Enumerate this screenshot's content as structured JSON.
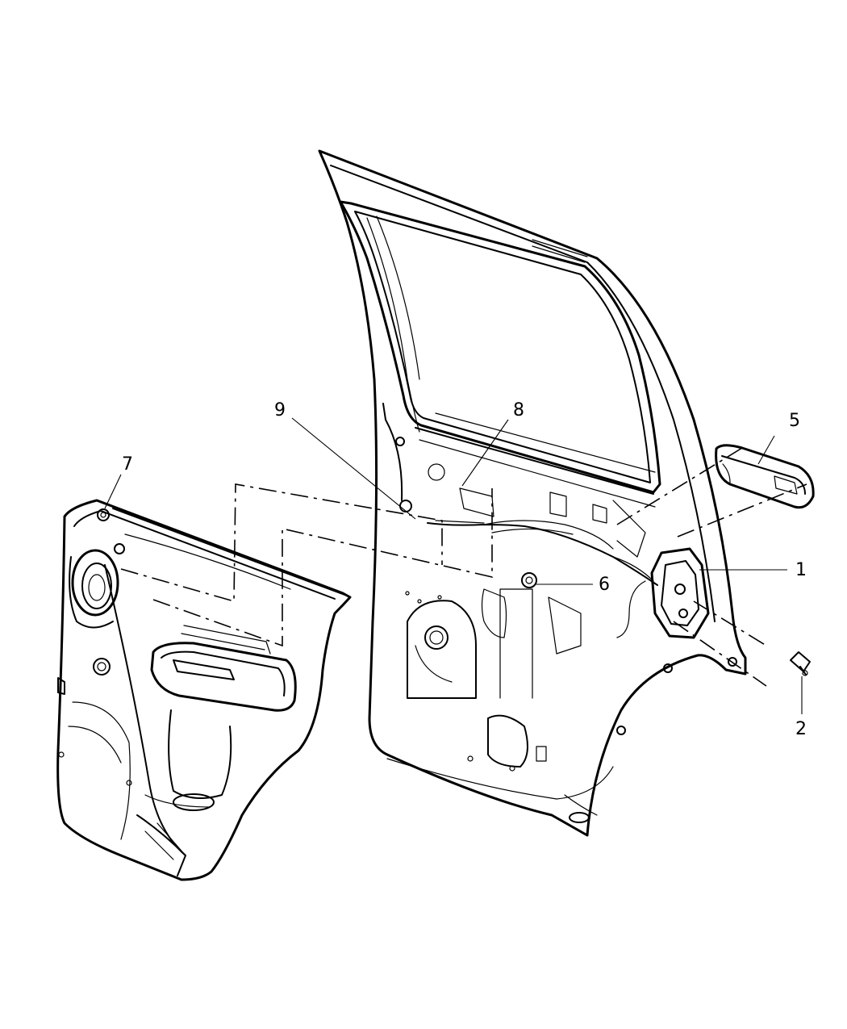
{
  "callouts": [
    {
      "id": "1",
      "label": "1"
    },
    {
      "id": "2",
      "label": "2"
    },
    {
      "id": "5",
      "label": "5"
    },
    {
      "id": "6",
      "label": "6"
    },
    {
      "id": "7",
      "label": "7"
    },
    {
      "id": "8",
      "label": "8"
    },
    {
      "id": "9",
      "label": "9"
    }
  ]
}
